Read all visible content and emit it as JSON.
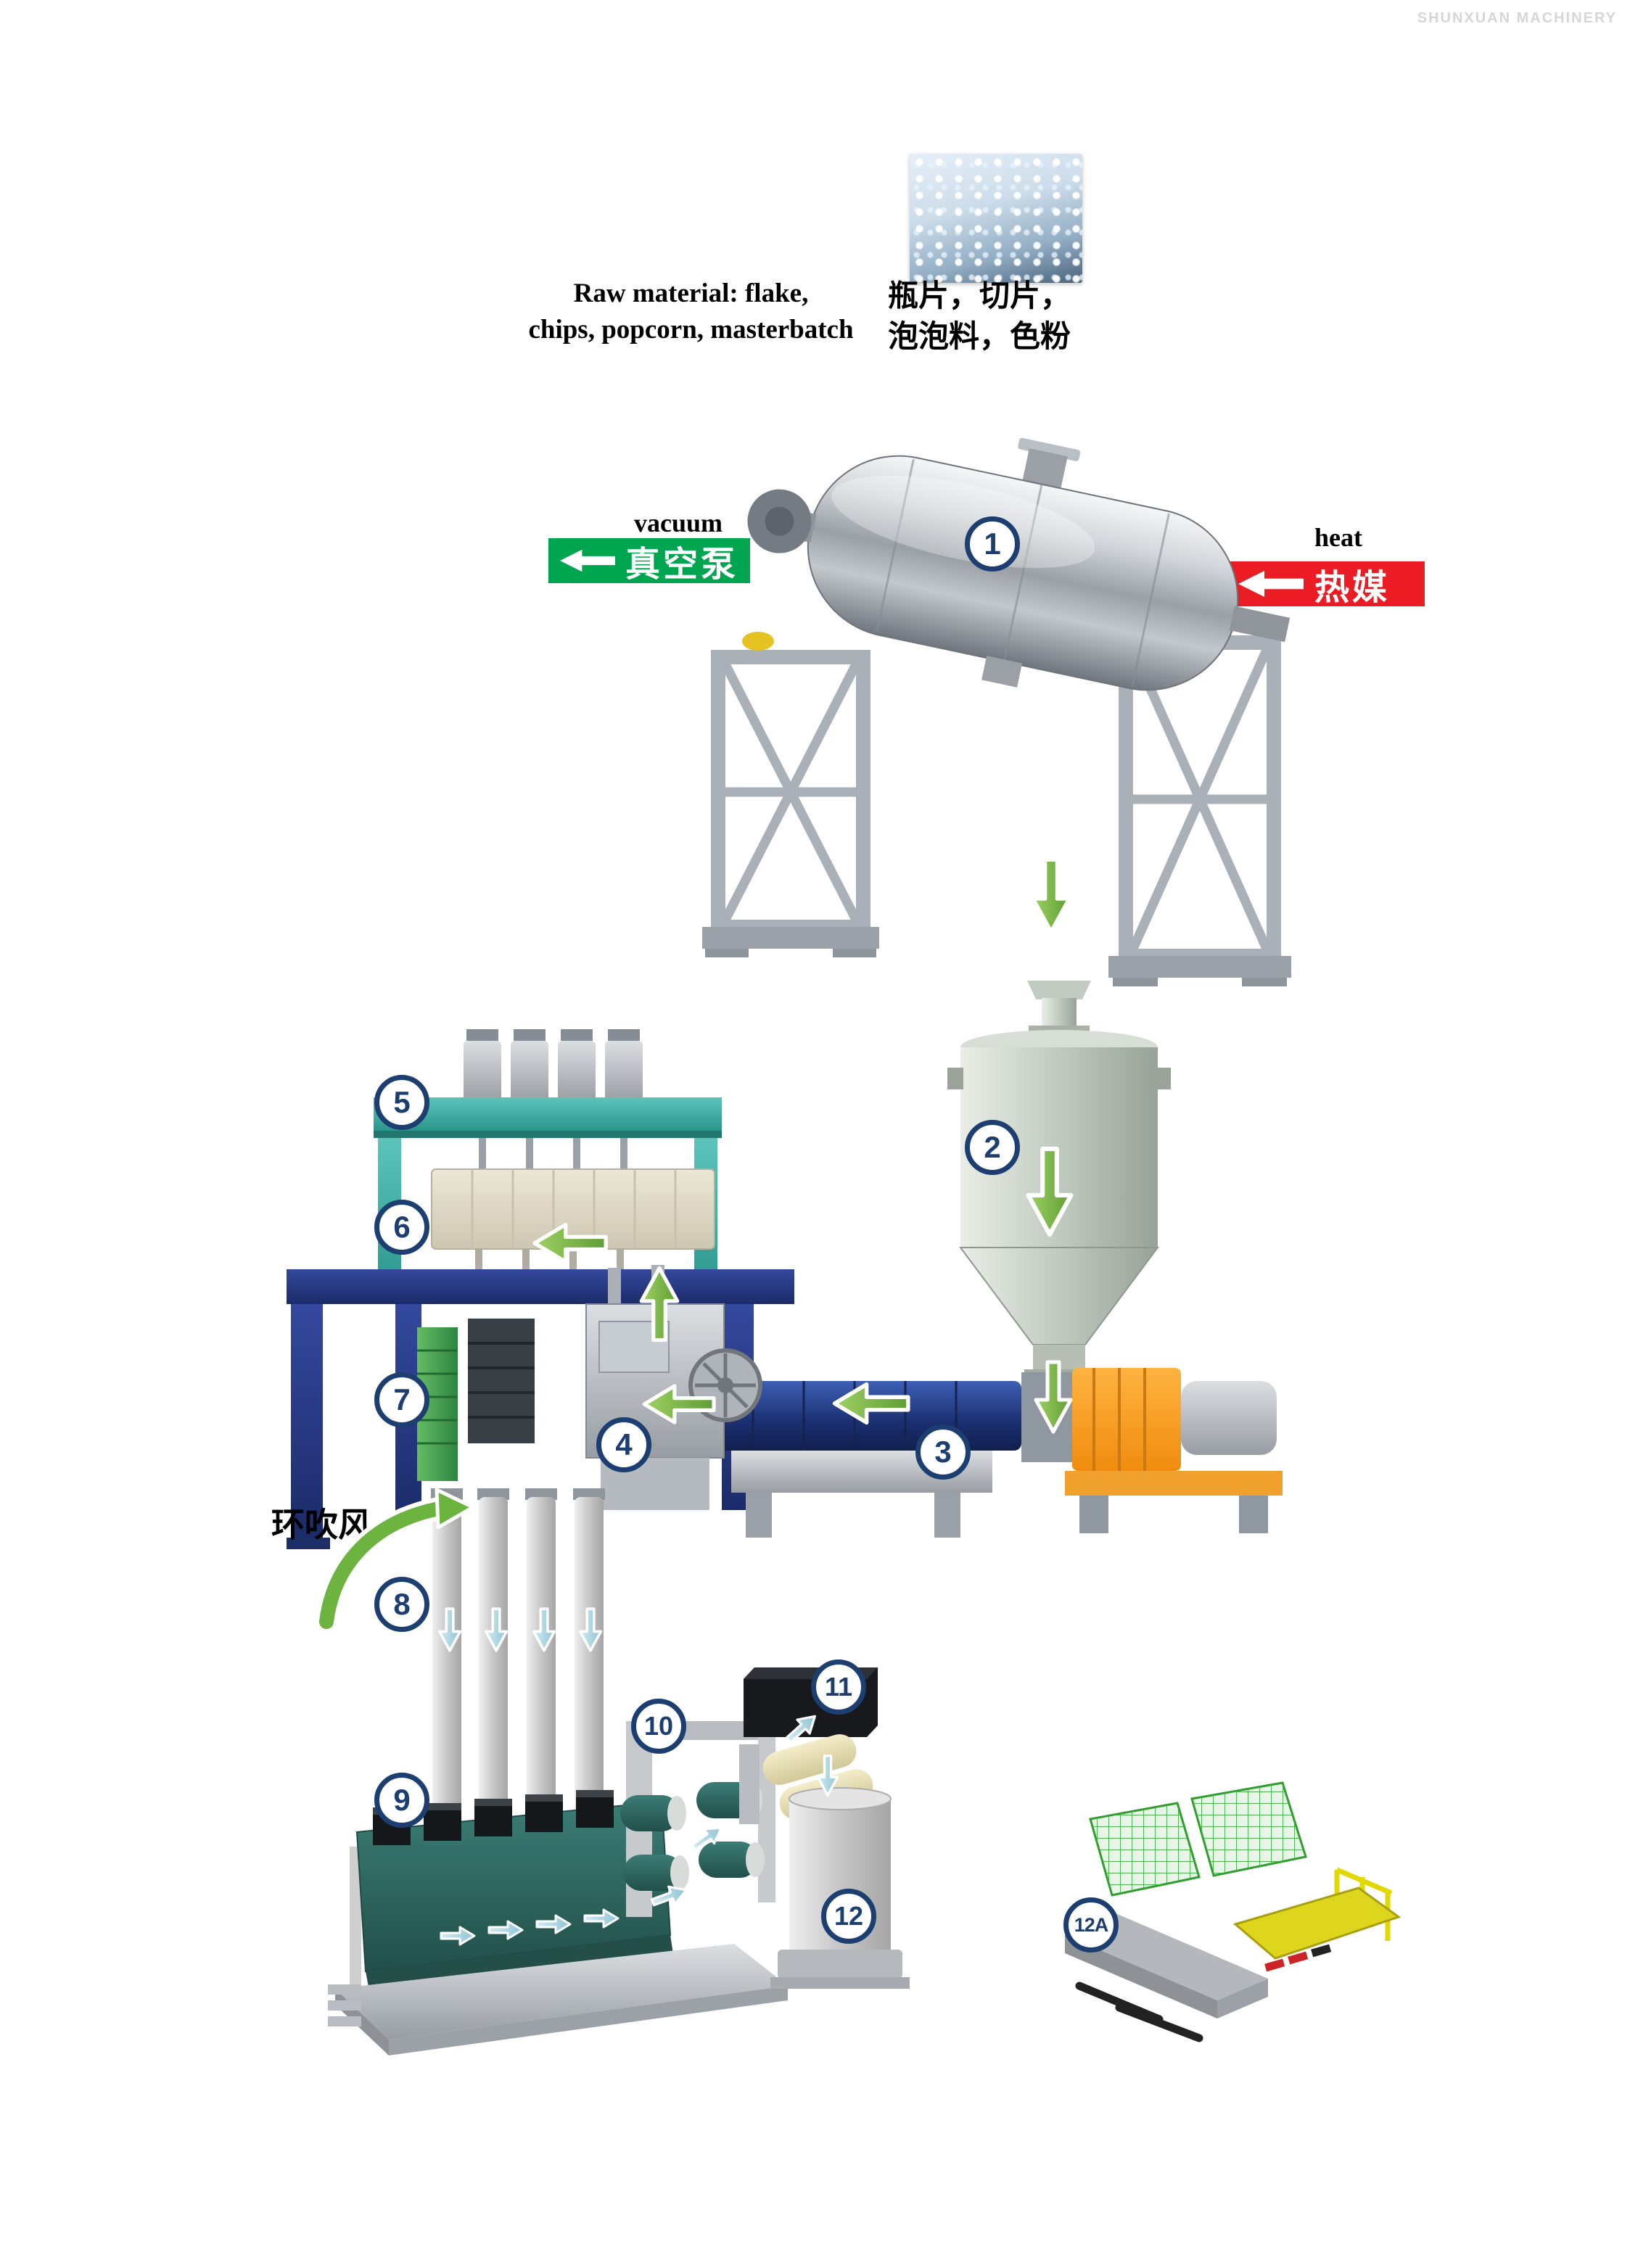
{
  "watermark": "SHUNXUAN MACHINERY",
  "raw_material": {
    "en_line1": "Raw material: flake,",
    "en_line2": "chips, popcorn, masterbatch",
    "zh_line1": "瓶片，切片，",
    "zh_line2": "泡泡料，色粉"
  },
  "flow_labels": {
    "vacuum_caption": "vacuum",
    "vacuum_banner": "真空泵",
    "heat_caption": "heat",
    "heat_banner": "热媒",
    "ring_blow_air": "环吹风"
  },
  "step_badges": [
    {
      "label": "1"
    },
    {
      "label": "2"
    },
    {
      "label": "3"
    },
    {
      "label": "4"
    },
    {
      "label": "5"
    },
    {
      "label": "6"
    },
    {
      "label": "7"
    },
    {
      "label": "8"
    },
    {
      "label": "9"
    },
    {
      "label": "10"
    },
    {
      "label": "11"
    },
    {
      "label": "12"
    },
    {
      "label": "12A"
    }
  ],
  "colors": {
    "vacuum_banner_green": "#00a54f",
    "heat_banner_red": "#ec1c24",
    "flow_arrow_green": "#76b843",
    "flow_arrow_blue": "#a9d6e2",
    "badge_navy": "#1c3e70",
    "frame_blue": "#25388f",
    "frame_teal": "#39a79d",
    "motor_orange": "#f7941d",
    "machine_gray": "#aab0b7",
    "dark_teal_unit": "#2d6b64"
  }
}
